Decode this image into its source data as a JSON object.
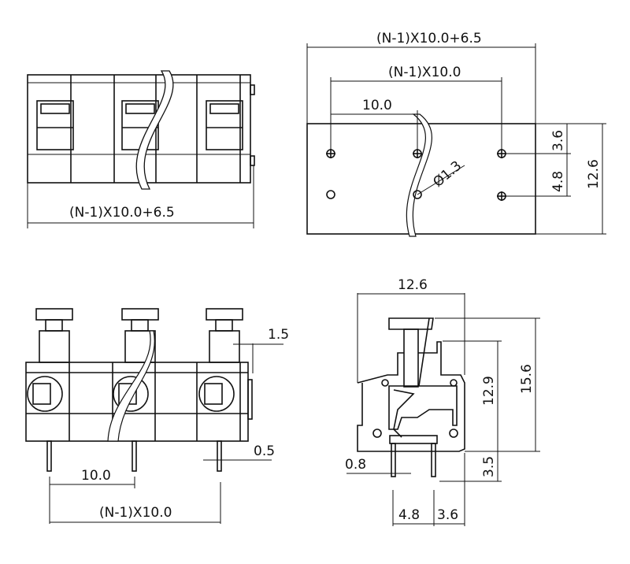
{
  "top_view": {
    "width_label": "(N-1)X10.0+6.5"
  },
  "hole_layout": {
    "overall_label": "(N-1)X10.0+6.5",
    "pitch_span_label": "(N-1)X10.0",
    "pitch_label": "10.0",
    "hole_diameter_label": "Ø1.3",
    "offset_label": "3.6",
    "row_spacing_label": "4.8",
    "depth_label": "12.6"
  },
  "front_view": {
    "knob_offset_label": "1.5",
    "pin_width_label": "0.5",
    "pitch_label": "10.0",
    "pitch_span_label": "(N-1)X10.0"
  },
  "side_view": {
    "depth_label": "12.6",
    "total_height_label": "15.6",
    "body_height_label": "12.9",
    "pin_length_label": "3.5",
    "pin_thickness_label": "0.8",
    "pin_spacing_label": "4.8",
    "pin_edge_label": "3.6"
  }
}
